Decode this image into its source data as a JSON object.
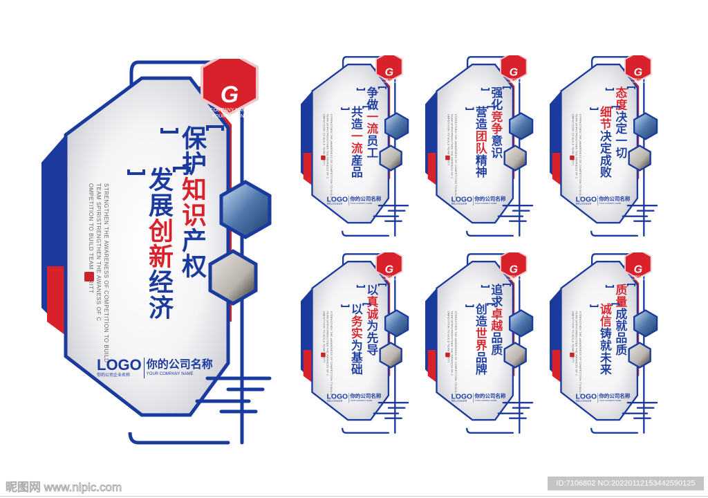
{
  "colors": {
    "blue": "#1a3a9e",
    "red": "#d8212a"
  },
  "badge": {
    "icon": "g-lightning-logo",
    "glyph": "G",
    "company": "COMPANY NAME",
    "tagline": "YOUR TAGLINE"
  },
  "english_text": [
    "STRENGTHEN THE AWARENESS OF COMPETITION TO BUILD",
    "TEAM SPIRISTRENGTHEN THE AWANESS OF C",
    "OMPETITION TO BUILD TEAM SPRITT"
  ],
  "logo": {
    "word": "LOGO",
    "sub": "你的公司企业名称",
    "cn": "你的公司名称",
    "en": "YOUR COMPANY NAME"
  },
  "panels": [
    {
      "lines": [
        [
          {
            "t": "保护"
          },
          {
            "t": "知识",
            "red": true
          },
          {
            "t": "产权"
          }
        ],
        [
          {
            "t": "发展"
          },
          {
            "t": "创新",
            "red": true
          },
          {
            "t": "经济"
          }
        ]
      ]
    },
    {
      "lines": [
        [
          {
            "t": "争做"
          },
          {
            "t": "一流",
            "red": true
          },
          {
            "t": "员工"
          }
        ],
        [
          {
            "t": "共造"
          },
          {
            "t": "一流",
            "red": true
          },
          {
            "t": "産品"
          }
        ]
      ]
    },
    {
      "lines": [
        [
          {
            "t": "强化"
          },
          {
            "t": "竞争",
            "red": true
          },
          {
            "t": "意识"
          }
        ],
        [
          {
            "t": "营造"
          },
          {
            "t": "团队",
            "red": true
          },
          {
            "t": "精神"
          }
        ]
      ]
    },
    {
      "lines": [
        [
          {
            "t": "态度",
            "red": true
          },
          {
            "t": "决定一切"
          }
        ],
        [
          {
            "t": "细节",
            "red": true
          },
          {
            "t": "决定成败"
          }
        ]
      ]
    },
    {
      "lines": [
        [
          {
            "t": "以"
          },
          {
            "t": "真诚",
            "red": true
          },
          {
            "t": "为先导"
          }
        ],
        [
          {
            "t": "以"
          },
          {
            "t": "务实",
            "red": true
          },
          {
            "t": "为基础"
          }
        ]
      ]
    },
    {
      "lines": [
        [
          {
            "t": "追求"
          },
          {
            "t": "卓越",
            "red": true
          },
          {
            "t": "品质"
          }
        ],
        [
          {
            "t": "创造"
          },
          {
            "t": "世界",
            "red": true
          },
          {
            "t": "品牌"
          }
        ]
      ]
    },
    {
      "lines": [
        [
          {
            "t": "质量",
            "red": true
          },
          {
            "t": "成就品质"
          }
        ],
        [
          {
            "t": "诚信",
            "red": true
          },
          {
            "t": "铸就未来"
          }
        ]
      ]
    }
  ],
  "footer": {
    "site": "昵图网 www.nipic.com",
    "id": "ID:7106802 NO:20220112153442590125"
  }
}
